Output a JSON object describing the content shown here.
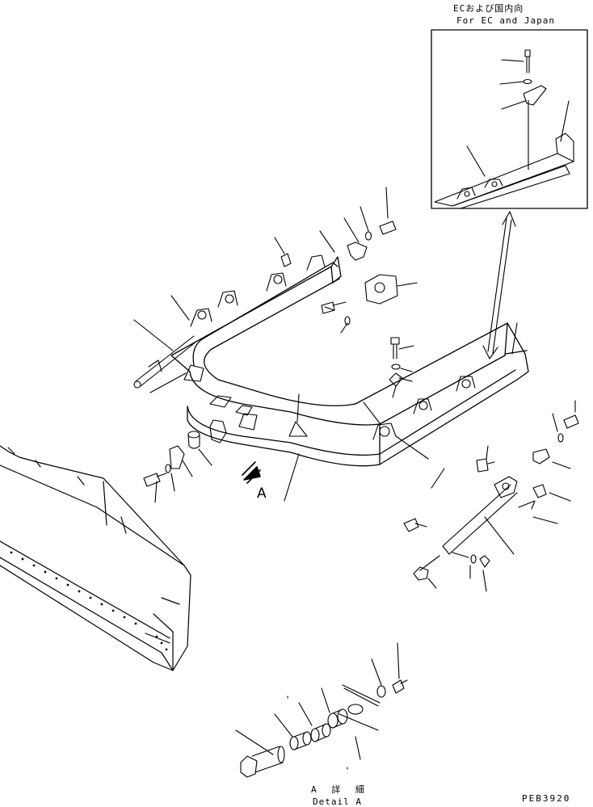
{
  "inset": {
    "title_jp": "ECおよび国内向",
    "title_en": "For EC and Japan"
  },
  "view_marker": {
    "letter": "A"
  },
  "detail": {
    "title_jp": "A 詳 細",
    "title_en": "Detail A"
  },
  "drawing_code": "PEB3920"
}
